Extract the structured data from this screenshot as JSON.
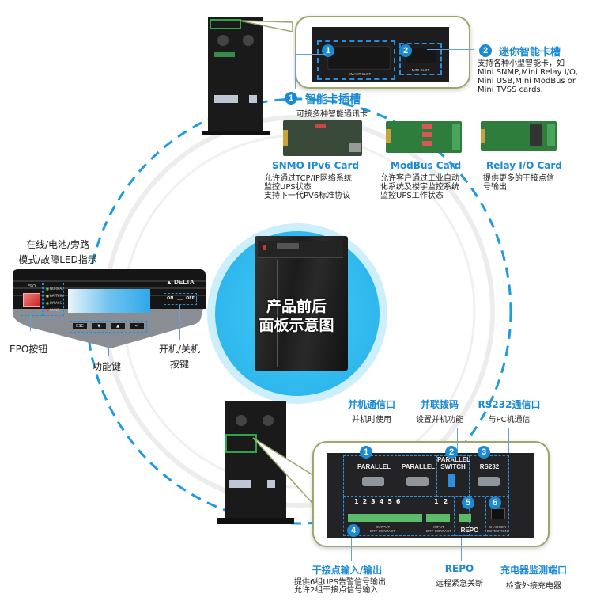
{
  "colors": {
    "accent_blue": "#1a8ad4",
    "circle_cyan": "#3cc3f2",
    "callout_border": "#9aa86a",
    "green_highlight": "#2fa34a"
  },
  "center": {
    "title_line1": "产品前后",
    "title_line2": "面板示意图"
  },
  "top_callout": {
    "slot1_label": "SMART SLOT",
    "slot2_label": "MINI SLOT",
    "badge1": "1",
    "badge2": "2"
  },
  "smart_slot": {
    "badge": "1",
    "title": "智能卡插槽",
    "desc": "可接多种智能通讯卡"
  },
  "mini_slot": {
    "badge": "2",
    "title": "迷你智能卡槽",
    "desc_lines": [
      "支持各种小型智能卡，如",
      "Mini SNMP,Mini Relay I/O,",
      "Mini USB,Mini ModBus or",
      "Mini TVSS cards."
    ]
  },
  "cards": [
    {
      "name": "SNMO IPv6 Card",
      "desc_lines": [
        "允许通过TCP/IP网络系统",
        "监控UPS状态",
        "支持下一代PV6标准协议"
      ]
    },
    {
      "name": "ModBus Card",
      "desc_lines": [
        "允许客户通过工业自动",
        "化系统及楼宇监控系统",
        "监控UPS工作状态"
      ]
    },
    {
      "name": "Relay I/O Card",
      "desc_lines": [
        "提供更多的干接点信",
        "号输出"
      ]
    }
  ],
  "front_panel": {
    "epo_label": "EPO",
    "leds": [
      "NORMAL",
      "BATTERY",
      "BYPASS",
      "FAULT"
    ],
    "brand": "DELTA",
    "on_label": "ON",
    "off_label": "OFF",
    "keys": [
      "ESC",
      "▼",
      "▲",
      "↵"
    ],
    "led_caption_line1": "在线/电池/旁路",
    "led_caption_line2": "模式/故障LED指示",
    "epo_caption": "EPO按钮",
    "func_caption": "功能键",
    "onoff_caption_line1": "开机/关机",
    "onoff_caption_line2": "按键"
  },
  "rear_panel": {
    "ports": {
      "parallel1": "PARALLEL",
      "parallel2": "PARALLEL",
      "switch_line1": "PARALLEL",
      "switch_line2": "SWITCH",
      "rs232": "RS232",
      "repo": "REPO",
      "charger_line1": "CHARGER",
      "charger_line2": "DETECTION",
      "output_line1": "OUTPUT",
      "output_line2": "DRY CONTACT",
      "input_line1": "INPUT",
      "input_line2": "DRY CONTACT"
    },
    "output_numbers": [
      "1",
      "2",
      "3",
      "4",
      "5",
      "6"
    ],
    "input_numbers": [
      "1",
      "2"
    ],
    "badges": [
      "1",
      "2",
      "3",
      "4",
      "5",
      "6"
    ],
    "top_labels": [
      {
        "title": "并机通信口",
        "desc": "并机时使用"
      },
      {
        "title": "并联拨码",
        "desc": "设置并机功能"
      },
      {
        "title": "RS232通信口",
        "desc": "与PC机通信"
      }
    ],
    "bottom_labels": [
      {
        "title": "干接点输入/输出",
        "desc_lines": [
          "提供6组UPS告警信号输出",
          "允许2组干接点信号输入"
        ]
      },
      {
        "title": "REPO",
        "desc_lines": [
          "远程紧急关断"
        ]
      },
      {
        "title": "充电器监测端口",
        "desc_lines": [
          "检查外接充电器"
        ]
      }
    ]
  }
}
